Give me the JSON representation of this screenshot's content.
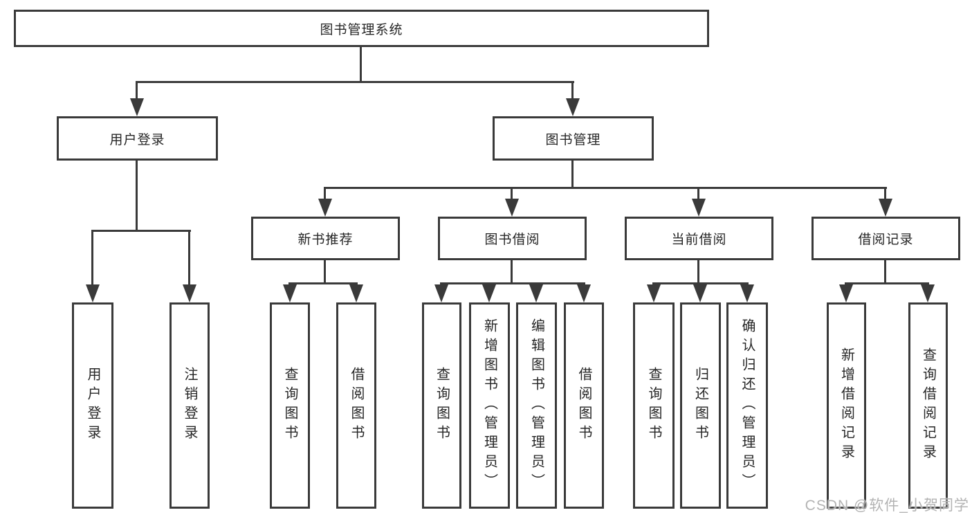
{
  "tree": {
    "root": {
      "label": "图书管理系统"
    },
    "branches": [
      {
        "label": "用户登录",
        "leaves": [
          "用户登录",
          "注销登录"
        ]
      },
      {
        "label": "图书管理",
        "children": [
          {
            "label": "新书推荐",
            "leaves": [
              "查询图书",
              "借阅图书"
            ]
          },
          {
            "label": "图书借阅",
            "leaves": [
              "查询图书",
              "新增图书（管理员）",
              "编辑图书（管理员）",
              "借阅图书"
            ]
          },
          {
            "label": "当前借阅",
            "leaves": [
              "查询图书",
              "归还图书",
              "确认归还（管理员）"
            ]
          },
          {
            "label": "借阅记录",
            "leaves": [
              "新增借阅记录",
              "查询借阅记录"
            ]
          }
        ]
      }
    ]
  },
  "watermark": "CSDN @软件_小贺同学",
  "colors": {
    "line": "#3a3a3a",
    "text": "#262626",
    "watermark": "#b3b3b3",
    "background": "#ffffff"
  }
}
